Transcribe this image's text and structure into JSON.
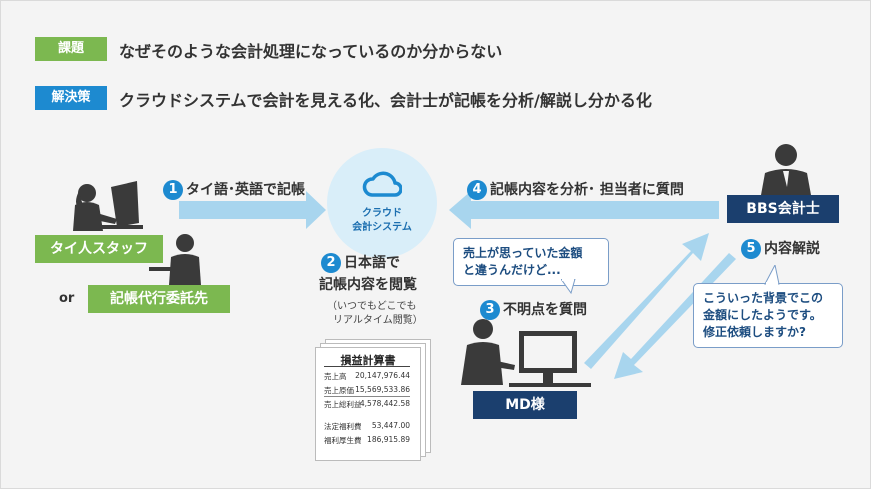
{
  "header": {
    "problem_tag": "課題",
    "problem_text": "なぜそのような会計処理になっているのか分からない",
    "solution_tag": "解決策",
    "solution_text": "クラウドシステムで会計を見える化、会計士が記帳を分析/解説し分かる化"
  },
  "cloud": {
    "line1": "クラウド",
    "line2": "会計システム"
  },
  "steps": {
    "s1_num": "1",
    "s1_text": "タイ語･英語で記帳",
    "s2_num": "2",
    "s2_line1": "日本語で",
    "s2_line2": "記帳内容を閲覧",
    "s2_note1": "（いつでもどこでも",
    "s2_note2": "リアルタイム閲覧）",
    "s3_num": "3",
    "s3_text": "不明点を質問",
    "s4_num": "4",
    "s4_text": "記帳内容を分析･ 担当者に質問",
    "s5_num": "5",
    "s5_text": "内容解説"
  },
  "actors": {
    "thai_staff": "タイ人スタッフ",
    "or": "or",
    "outsourcer": "記帳代行委託先",
    "bbs": "BBS会計士",
    "md": "MD様"
  },
  "bubbles": {
    "md_line1": "売上が思っていた金額",
    "md_line2": "と違うんだけど...",
    "bbs_line1": "こういった背景でこの",
    "bbs_line2": "金額にしたようです。",
    "bbs_line3": "修正依頼しますか?"
  },
  "ledger": {
    "title": "損益計算書",
    "rows": [
      {
        "label": "売上高",
        "value": "20,147,976.44"
      },
      {
        "label": "売上原価",
        "value": "15,569,533.86"
      },
      {
        "label": "売上総利益",
        "value": "4,578,442.58"
      },
      {
        "label": "法定福利費",
        "value": "53,447.00"
      },
      {
        "label": "福利厚生費",
        "value": "186,915.89"
      }
    ]
  },
  "colors": {
    "green": "#7cb850",
    "blue": "#1d8ad0",
    "navy": "#1b3f6e",
    "arrow": "#a8d5ee",
    "cloud_bg": "#d9eef9"
  }
}
